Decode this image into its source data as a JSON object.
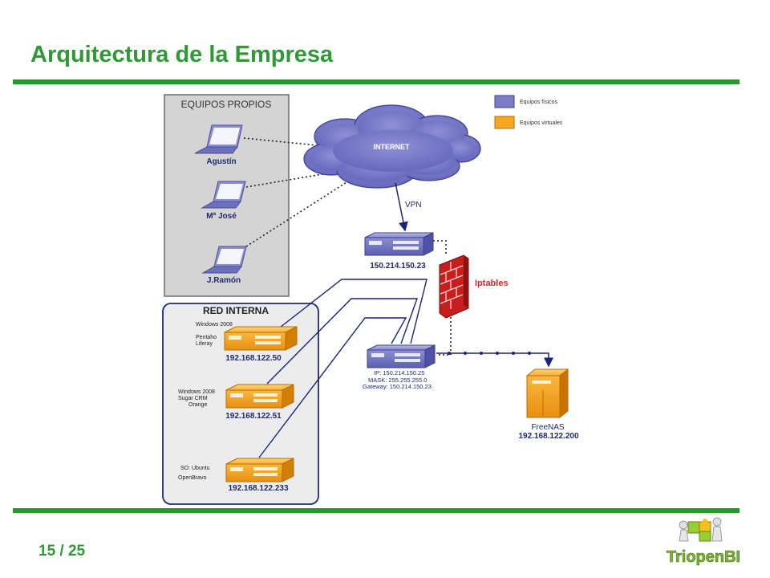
{
  "slide": {
    "title": "Arquitectura de la Empresa",
    "page_current": "15",
    "page_separator": "/",
    "page_total": "25"
  },
  "legend": {
    "physical": "Equipos físicos",
    "virtual": "Equipos virtuales"
  },
  "own_equipment": {
    "title": "EQUIPOS PROPIOS",
    "laptops": [
      "Agustín",
      "Mª José",
      "J.Ramón"
    ]
  },
  "internet": {
    "label": "INTERNET"
  },
  "vpn": {
    "label": "VPN"
  },
  "gateway_server": {
    "ip": "150.214.150.23"
  },
  "firewall": {
    "label": "Iptables"
  },
  "router": {
    "ip": "IP: 150.214.150.25",
    "mask": "MASK: 255.255.255.0",
    "gateway": "Gateway: 150.214.150.23"
  },
  "internal_network": {
    "title": "RED INTERNA",
    "servers": [
      {
        "lines": [
          "Windows 2008",
          "Pentaho",
          "Liferay"
        ],
        "ip": "192.168.122.50"
      },
      {
        "lines": [
          "Windows 2008",
          "Sugar CRM",
          "Orange"
        ],
        "ip": "192.168.122.51"
      },
      {
        "lines": [
          "SO: Ubuntu",
          "OpenBravo"
        ],
        "ip": "192.168.122.233"
      }
    ]
  },
  "freenas": {
    "name": "FreeNAS",
    "ip": "192.168.122.200"
  },
  "logo": {
    "text": "TriopenBI"
  },
  "colors": {
    "title_green": "#2f9a35",
    "rule_green": "#239a2a",
    "physical": "#7a7dc6",
    "virtual": "#f5a623",
    "firewall_red": "#d42424"
  }
}
